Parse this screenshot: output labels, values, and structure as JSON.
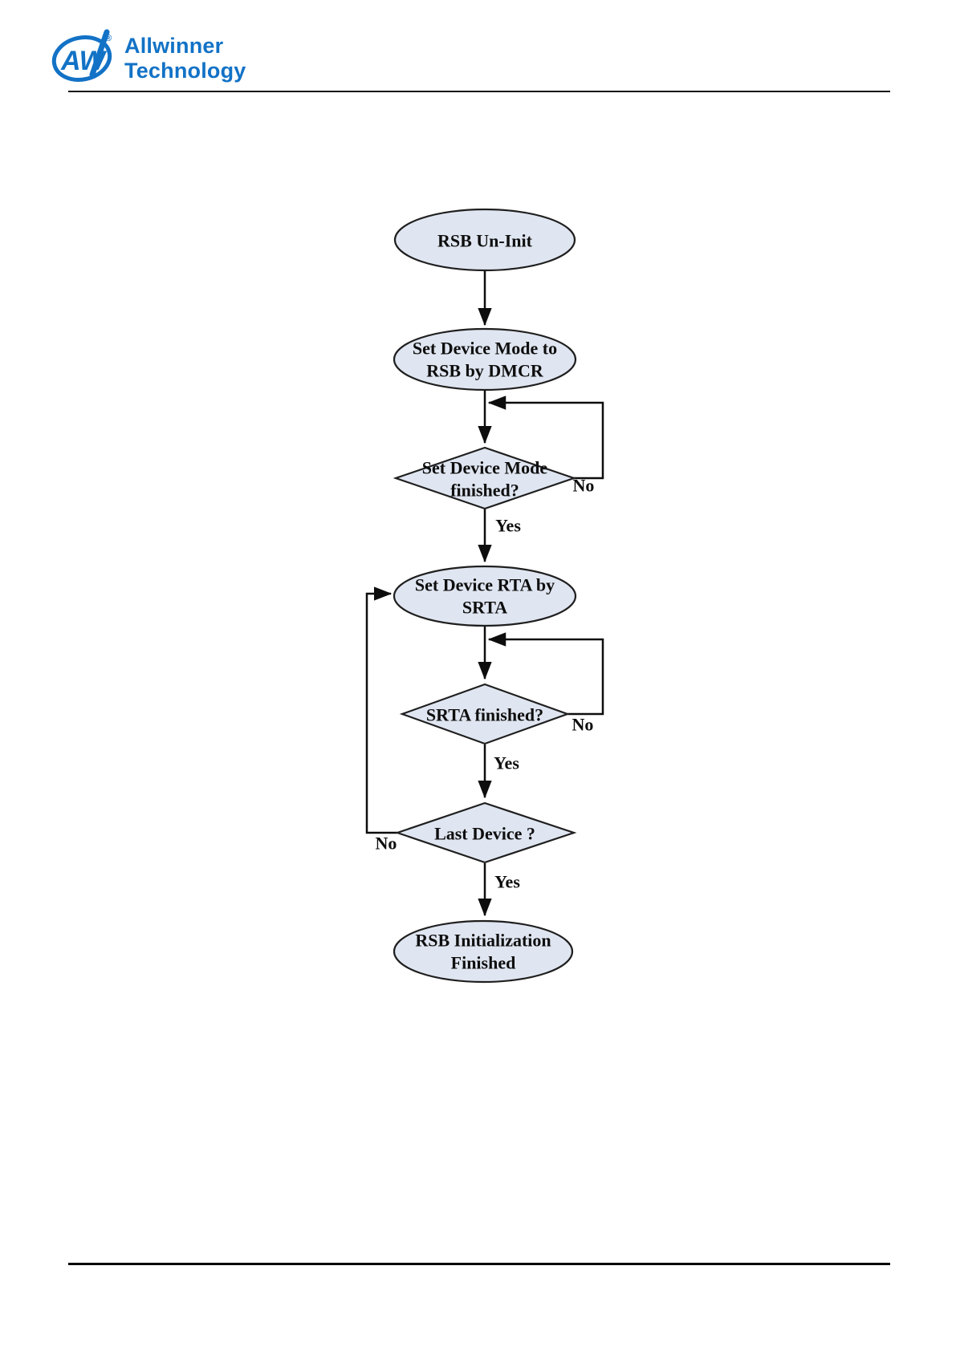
{
  "header": {
    "emblem_text": "AW",
    "registered_mark": "®",
    "brand_line1": "Allwinner",
    "brand_line2": "Technology"
  },
  "colors": {
    "brand_blue": "#1272c6",
    "node_fill": "#e0e6f1",
    "node_stroke": "#1f1f1f",
    "connector_black": "#0d0d0d"
  },
  "flowchart": {
    "nodes": {
      "start": {
        "type": "ellipse",
        "label": "RSB Un-Init"
      },
      "set_mode": {
        "type": "ellipse",
        "line1": "Set Device Mode to",
        "line2": "RSB by DMCR"
      },
      "mode_finished": {
        "type": "diamond",
        "line1": "Set Device Mode",
        "line2": "finished?"
      },
      "set_rta": {
        "type": "ellipse",
        "line1": "Set Device RTA by",
        "line2": "SRTA"
      },
      "srta_finished": {
        "type": "diamond",
        "label": "SRTA finished?"
      },
      "last_device": {
        "type": "diamond",
        "label": "Last Device ?"
      },
      "end": {
        "type": "ellipse",
        "line1": "RSB Initialization",
        "line2": "Finished"
      }
    },
    "edge_labels": {
      "mode_yes": "Yes",
      "mode_no": "No",
      "srta_yes": "Yes",
      "srta_no": "No",
      "last_yes": "Yes",
      "last_no": "No"
    }
  }
}
